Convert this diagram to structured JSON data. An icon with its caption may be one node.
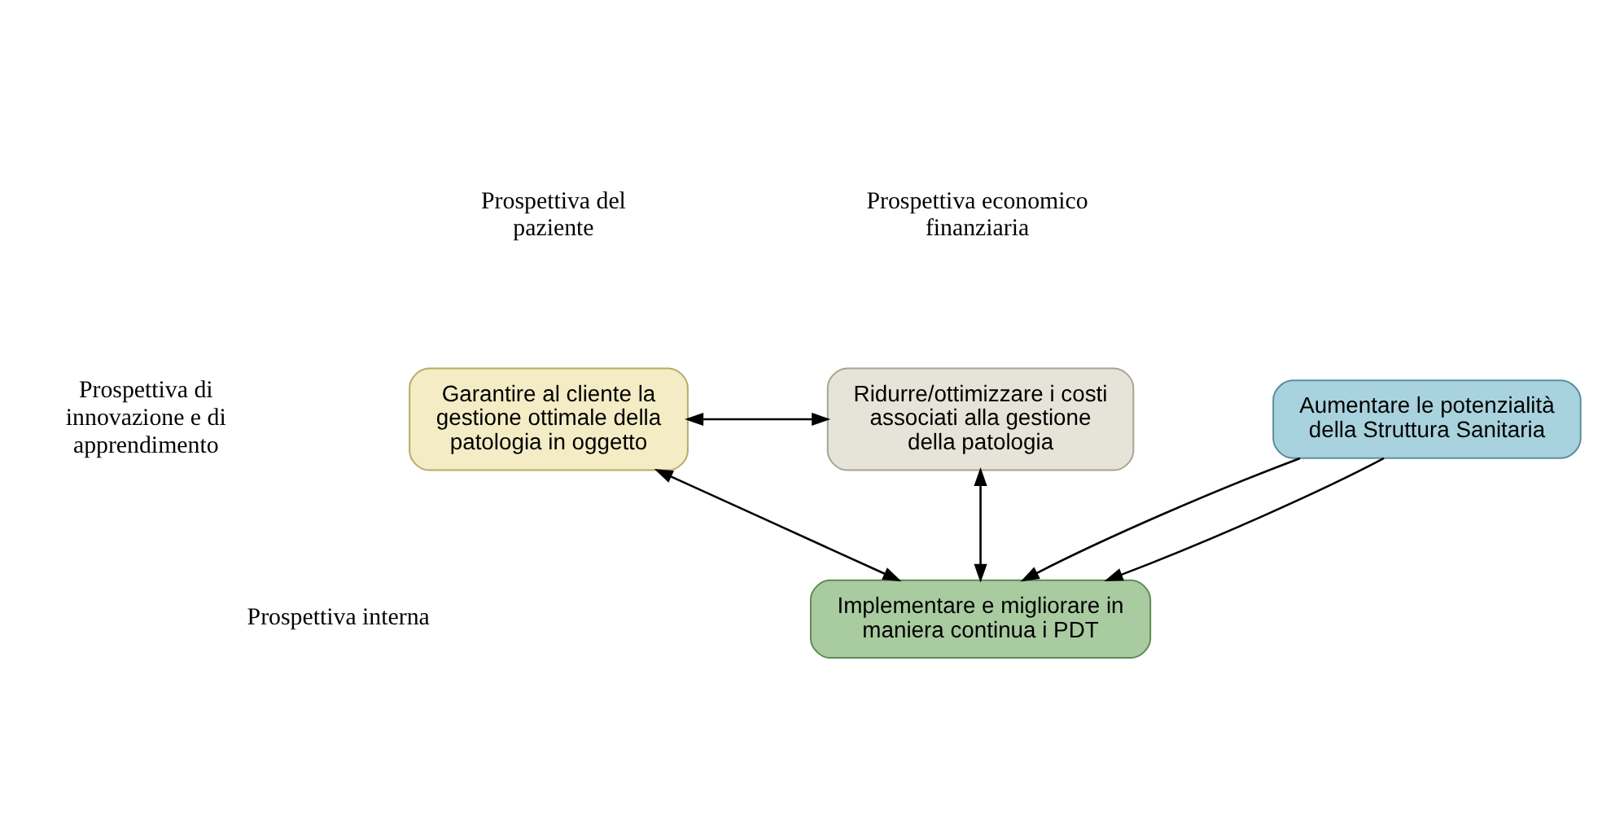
{
  "diagram": {
    "nodes": [
      {
        "text": [
          "Garantire al cliente la gestione ottimale della patologia in oggetto"
        ]
      },
      {
        "text": [
          "Ridurre/ottimizzare i costi associati alla gestione della patologia"
        ]
      },
      {
        "text": [
          "Implementare e migliorare in maniera continua i PDT"
        ]
      },
      {
        "text": [
          "Aumentare le potenzialità della Struttura Sanitaria"
        ]
      }
    ],
    "edges": [
      {
        "from": 0,
        "to": 1,
        "arrow": "both"
      },
      {
        "from": 0,
        "to": 2,
        "arrow": "both"
      },
      {
        "from": 1,
        "to": 2,
        "arrow": "both"
      },
      {
        "from": 3,
        "to": 2,
        "arrow": "to"
      },
      {
        "from": 3,
        "to": 2,
        "arrow": "to"
      }
    ],
    "labels": [
      "Prospettiva del paziente",
      "Prospettiva economico finanziaria",
      "Prospettiva interna",
      "Prospettiva di innovazione e di apprendimento"
    ]
  }
}
